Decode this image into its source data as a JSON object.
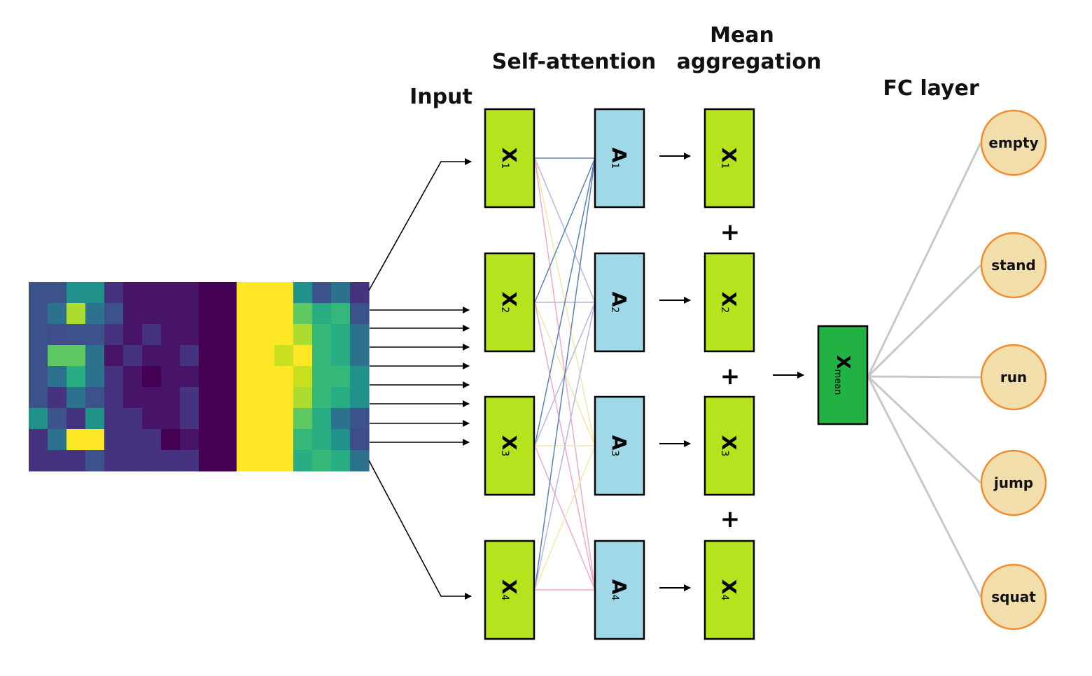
{
  "headers": {
    "input": "Input",
    "self_attention": "Self-attention",
    "mean_aggregation_line1": "Mean",
    "mean_aggregation_line2": "aggregation",
    "fc_layer": "FC layer"
  },
  "input_blocks": [
    {
      "base": "X",
      "sub": "1"
    },
    {
      "base": "X",
      "sub": "2"
    },
    {
      "base": "X",
      "sub": "3"
    },
    {
      "base": "X",
      "sub": "4"
    }
  ],
  "attention_blocks": [
    {
      "base": "A",
      "sub": "1"
    },
    {
      "base": "A",
      "sub": "2"
    },
    {
      "base": "A",
      "sub": "3"
    },
    {
      "base": "A",
      "sub": "4"
    }
  ],
  "aggregation_blocks": [
    {
      "base": "X",
      "sub": "1"
    },
    {
      "base": "X",
      "sub": "2"
    },
    {
      "base": "X",
      "sub": "3"
    },
    {
      "base": "X",
      "sub": "4"
    }
  ],
  "plus_symbol": "+",
  "mean_block": {
    "base": "X",
    "sub": "mean"
  },
  "outputs": [
    "empty",
    "stand",
    "run",
    "jump",
    "squat"
  ],
  "colors": {
    "input_block": "#b5e31e",
    "attention_block": "#9fd9e8",
    "mean_block": "#22b244",
    "output_node_fill": "#f1deab",
    "output_node_stroke": "#f28a2e",
    "fc_line": "#c8c8c8"
  },
  "heatmap": {
    "colors": {
      "a": "#3b528b",
      "b": "#46337f",
      "c": "#481467",
      "d": "#440154",
      "e": "#21918c",
      "f": "#2c728e",
      "g": "#27ad81",
      "h": "#5ec962",
      "i": "#addc30",
      "j": "#fde725",
      "k": "#35b779",
      "l": "#c8e020",
      "m": "#2a788e",
      "n": "#3d4e8a"
    },
    "rows": [
      "aaeebccccddjjjeafb",
      "afifaccccddjjjhgka",
      "anaabcbccddjjjikgf",
      "ahhfcbccbddjjljkgf",
      "afgfbcdccddjjjlkke",
      "abfabcccbddjjjikge",
      "eabebbccbddjjjhgfa",
      "bfjjbbbdcddjjjkgen",
      "bbbabbbbbddjjjgkgf"
    ]
  }
}
